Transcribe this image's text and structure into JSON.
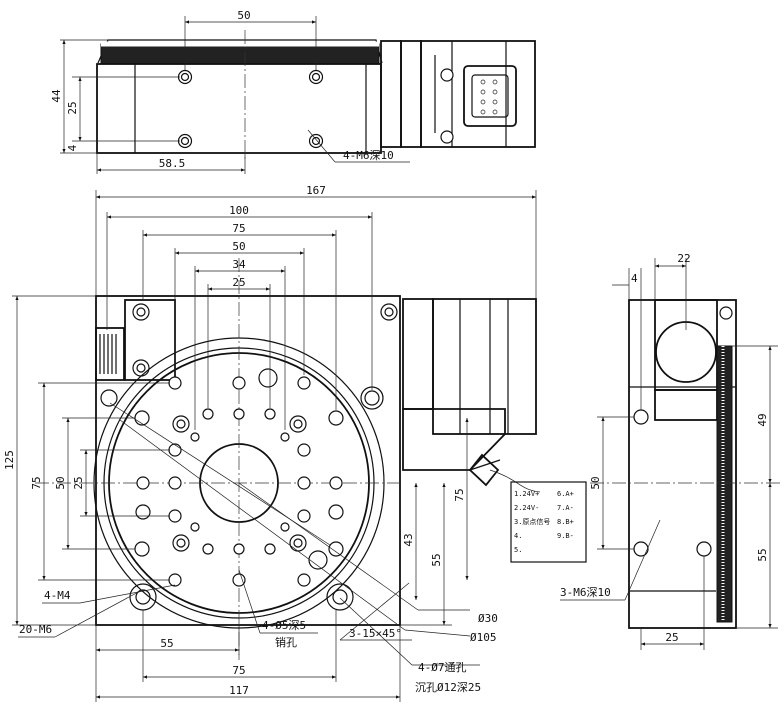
{
  "top_view": {
    "dim_50": "50",
    "dim_44": "44",
    "dim_25": "25",
    "dim_4": "4",
    "dim_58_5": "58.5",
    "note_holes": "4-M6深10"
  },
  "front_view": {
    "dim_167": "167",
    "dim_100": "100",
    "dim_75_top": "75",
    "dim_50_top": "50",
    "dim_34": "34",
    "dim_25_top": "25",
    "dim_125": "125",
    "dim_75_left": "75",
    "dim_50_left": "50",
    "dim_25_left": "25",
    "dim_75_right": "75",
    "dim_43": "43",
    "dim_55_right": "55",
    "dim_55_bottom": "55",
    "dim_75_bottom": "75",
    "dim_117": "117",
    "note_4m4": "4-M4",
    "note_20m6": "20-M6",
    "note_pin": "4-Ø5深5",
    "note_pin_2": "销孔",
    "note_chamfer": "3-15×45°",
    "note_thru": "4-Ø7通孔",
    "note_cbore": "沉孔Ø12深25",
    "note_d30": "Ø30",
    "note_d105": "Ø105"
  },
  "connector_table": [
    [
      "1.24V+",
      "6.A+"
    ],
    [
      "2.24V-",
      "7.A-"
    ],
    [
      "3.原点信号",
      "8.B+"
    ],
    [
      "4.",
      "9.B-"
    ],
    [
      "5.",
      ""
    ]
  ],
  "side_view": {
    "dim_22": "22",
    "dim_4": "4",
    "dim_49": "49",
    "dim_50": "50",
    "dim_55": "55",
    "dim_25": "25",
    "note_holes": "3-M6深10"
  }
}
